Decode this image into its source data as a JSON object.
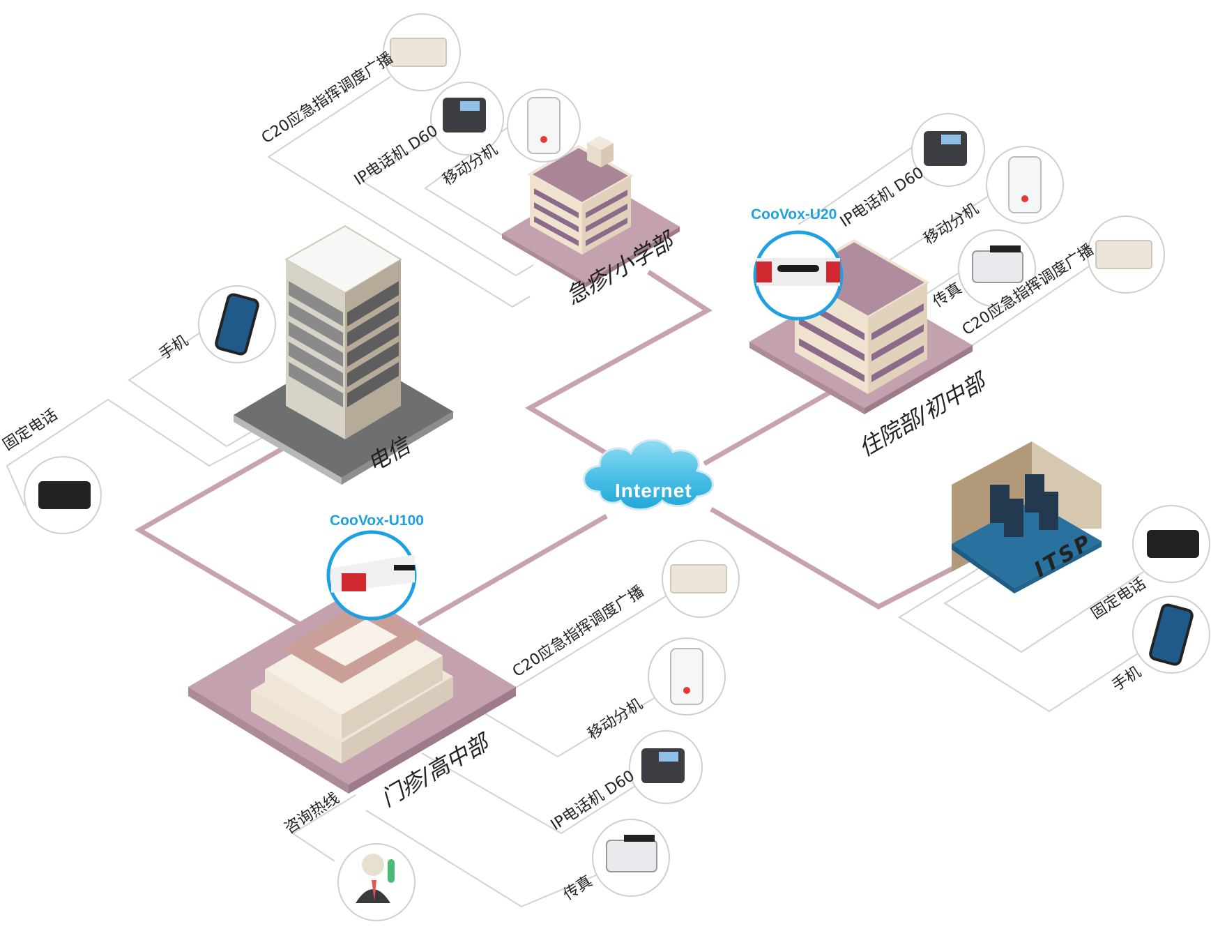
{
  "diagram": {
    "type": "network-topology",
    "colors": {
      "trunk_link": "#c6a3ae",
      "device_link": "#cfcfcf",
      "site_base": "#c9a5b2",
      "site_base_dark": "#8f6c8c",
      "telecom_base": "#636466",
      "itsp_floor": "#29719e",
      "cloud": "#5cc6e8",
      "product_ring": "#1da1e2",
      "product_text": "#1ea0e0"
    },
    "internet": {
      "label": "Internet"
    },
    "sites": [
      {
        "id": "emergency",
        "label": "急疹/小学部"
      },
      {
        "id": "inpatient",
        "label": "住院部/初中部",
        "product": "CooVox-U20"
      },
      {
        "id": "outpatient",
        "label": "门疹/高中部",
        "product": "CooVox-U100"
      },
      {
        "id": "telecom",
        "label": "电信"
      },
      {
        "id": "itsp",
        "label": "ITSP"
      }
    ],
    "devices": {
      "emergency": [
        {
          "label": "C20应急指挥调度广播",
          "icon": "broadcast-box-icon"
        },
        {
          "label": "IP电话机 D60",
          "icon": "ip-phone-icon"
        },
        {
          "label": "移动分机",
          "icon": "mobile-extension-icon"
        }
      ],
      "inpatient": [
        {
          "label": "IP电话机 D60",
          "icon": "ip-phone-icon"
        },
        {
          "label": "移动分机",
          "icon": "mobile-extension-icon"
        },
        {
          "label": "传真",
          "icon": "fax-icon"
        },
        {
          "label": "C20应急指挥调度广播",
          "icon": "broadcast-box-icon"
        }
      ],
      "telecom": [
        {
          "label": "手机",
          "icon": "mobile-phone-icon"
        },
        {
          "label": "固定电话",
          "icon": "desk-phone-icon"
        }
      ],
      "itsp": [
        {
          "label": "固定电话",
          "icon": "desk-phone-icon"
        },
        {
          "label": "手机",
          "icon": "mobile-phone-icon"
        }
      ],
      "outpatient": [
        {
          "label": "C20应急指挥调度广播",
          "icon": "broadcast-box-icon"
        },
        {
          "label": "移动分机",
          "icon": "mobile-extension-icon"
        },
        {
          "label": "IP电话机 D60",
          "icon": "ip-phone-icon"
        },
        {
          "label": "传真",
          "icon": "fax-icon"
        },
        {
          "label": "咨询热线",
          "icon": "hotline-agent-icon"
        }
      ]
    }
  }
}
